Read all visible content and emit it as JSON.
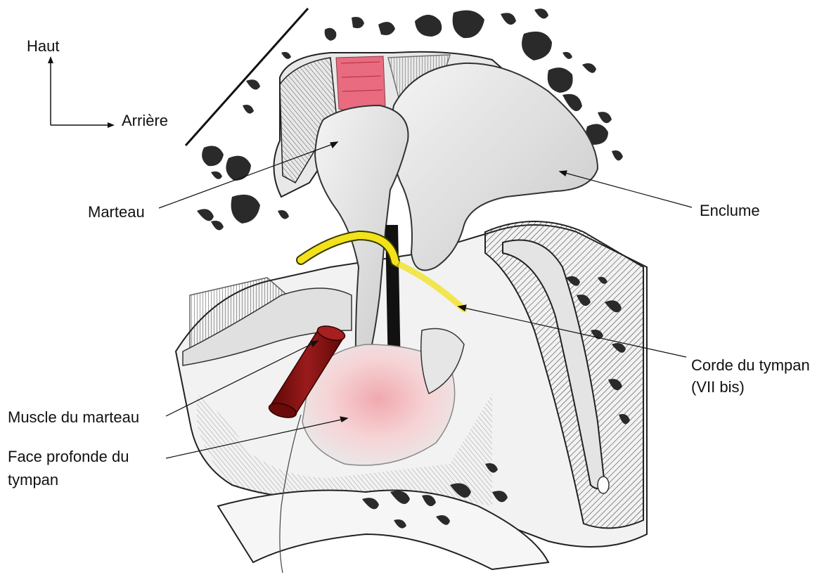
{
  "orientation": {
    "up_label": "Haut",
    "back_label": "Arrière"
  },
  "labels": {
    "marteau": "Marteau",
    "enclume": "Enclume",
    "corde_line1": "Corde du tympan",
    "corde_line2": "(VII bis)",
    "muscle": "Muscle du marteau",
    "face_line1": "Face profonde du",
    "face_line2": "tympan"
  },
  "colors": {
    "ligament": "#e9566e",
    "chorda_nerve": "#f2e21a",
    "tensor_muscle": "#8a1212",
    "tympanic_pink": "#f3b9bd",
    "bone_gray": "#d7d7d7",
    "ink": "#111111"
  }
}
